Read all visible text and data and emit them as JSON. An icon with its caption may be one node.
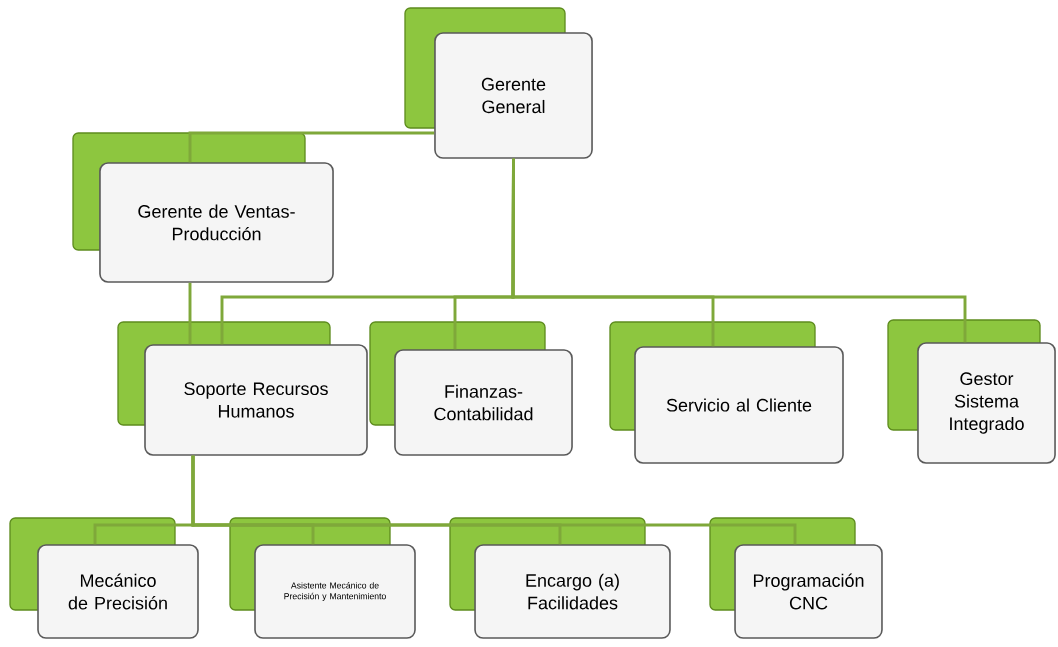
{
  "diagram": {
    "nodes": [
      {
        "text": [
          "Gerente General"
        ]
      },
      {
        "text": [
          "Gerente de Ventas- Producción"
        ]
      },
      {
        "text": [
          "Soporte Recursos Humanos"
        ]
      },
      {
        "text": [
          "Finanzas- Contabilidad"
        ]
      },
      {
        "text": [
          "Servicio al Cliente"
        ]
      },
      {
        "text": [
          "Gestor Sistema Integrado"
        ]
      },
      {
        "text": [
          "Mecánico de Precisión"
        ]
      },
      {
        "text": [
          "Asistente Mecánico de Precisión y Mantenimiento"
        ]
      },
      {
        "text": [
          "Encargo (a) Facilidades"
        ]
      },
      {
        "text": [
          "Programación CNC"
        ]
      }
    ],
    "edges": [
      {
        "from": 0,
        "to": 1,
        "arrow": "none"
      },
      {
        "from": 0,
        "to": 2,
        "arrow": "none"
      },
      {
        "from": 0,
        "to": 3,
        "arrow": "none"
      },
      {
        "from": 0,
        "to": 4,
        "arrow": "none"
      },
      {
        "from": 0,
        "to": 5,
        "arrow": "none"
      },
      {
        "from": 1,
        "to": 2,
        "arrow": "none"
      },
      {
        "from": 2,
        "to": 6,
        "arrow": "none"
      },
      {
        "from": 2,
        "to": 7,
        "arrow": "none"
      },
      {
        "from": 2,
        "to": 8,
        "arrow": "none"
      },
      {
        "from": 2,
        "to": 9,
        "arrow": "none"
      }
    ]
  }
}
